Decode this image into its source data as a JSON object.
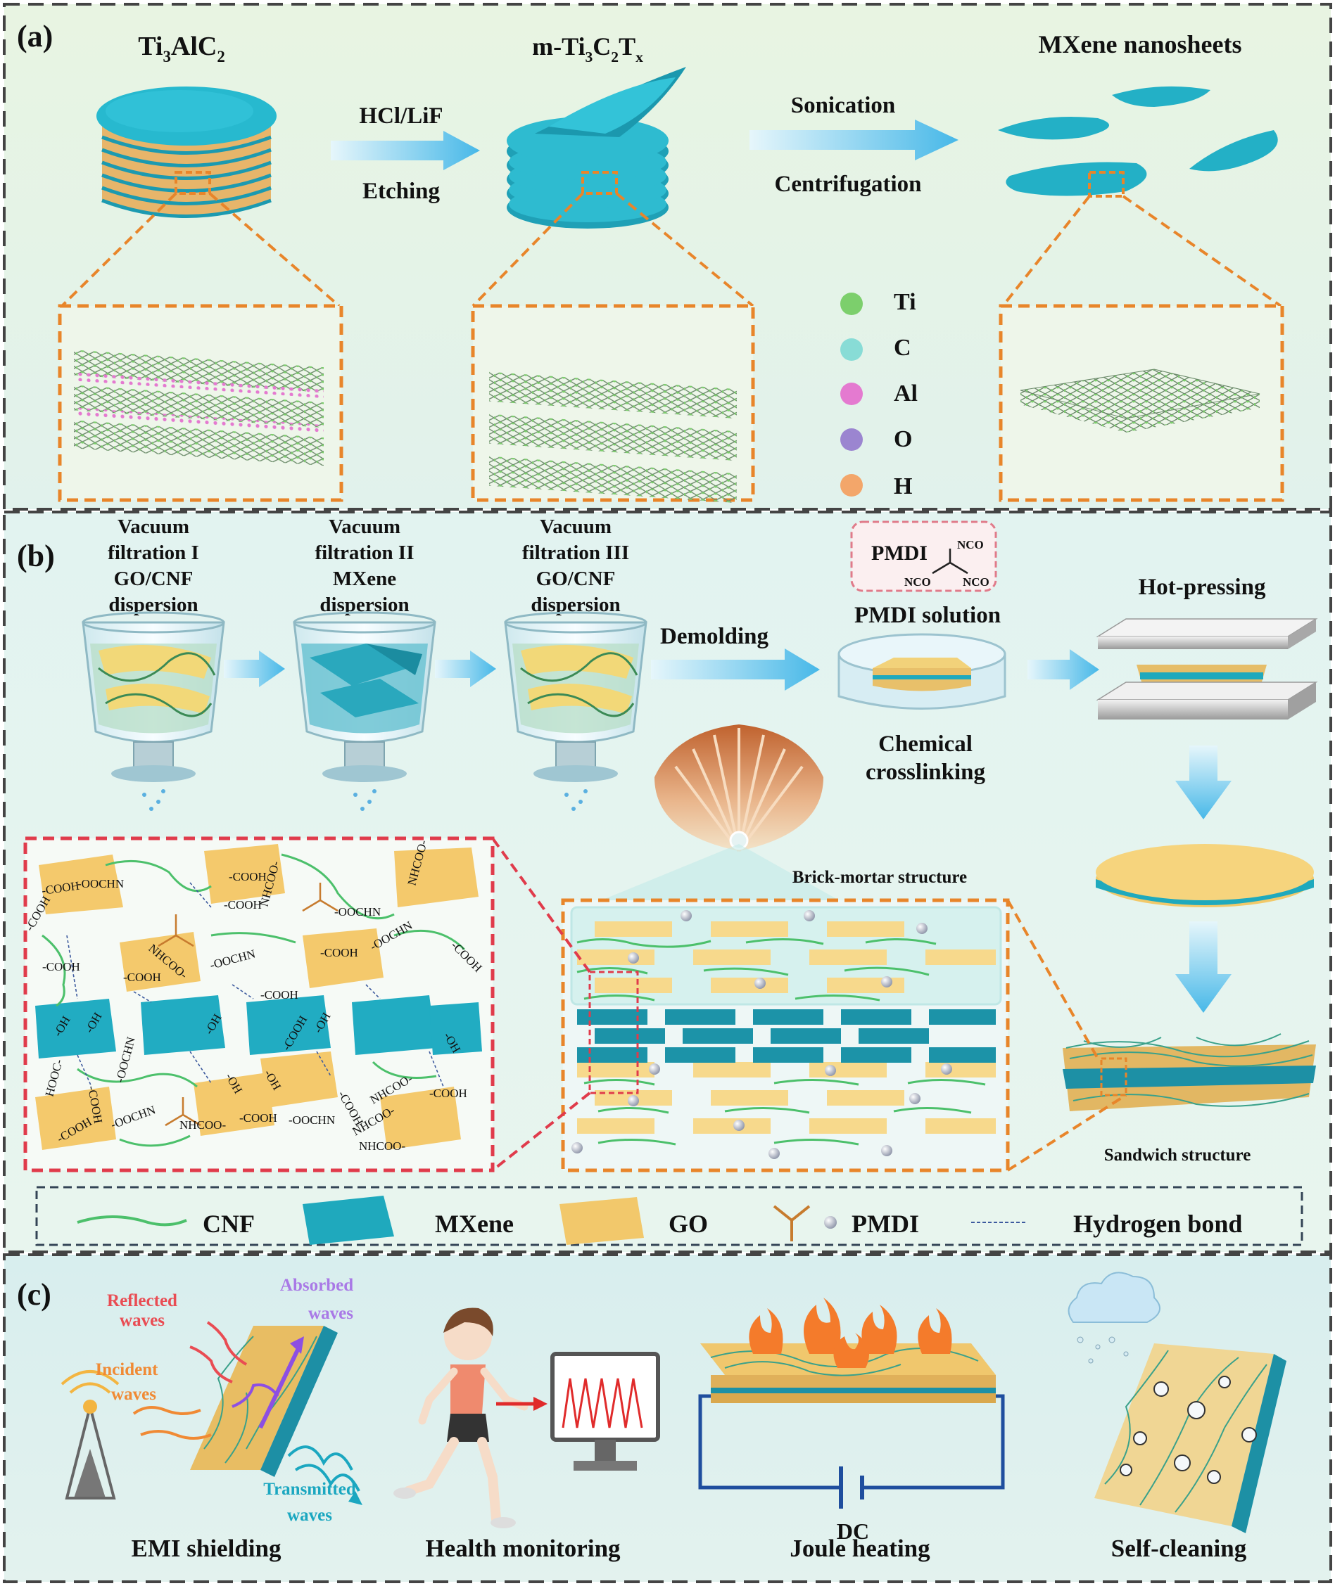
{
  "colors": {
    "panel_a_bg": "#e6f3e4",
    "panel_b_bg": "#e4f3f1",
    "panel_c_bg": "#dcefee",
    "dashed_border": "#555555",
    "mxene": "#1fa9bd",
    "go": "#f2c86b",
    "cnf": "#4cc06b",
    "zoom_orange": "#e8852a",
    "zoom_red": "#e03b4b",
    "arrow": "#6fc6ec",
    "pmdi_ball": "#9aa1b5",
    "ti_ball": "#7ccf6c",
    "c_ball": "#88dcd6",
    "al_ball": "#e47ad0",
    "o_ball": "#9b85d0",
    "h_ball": "#f3a66a"
  },
  "panel_a": {
    "label": "(a)",
    "stage1": {
      "formula_base": "Ti",
      "formula_sub1": "3",
      "formula_mid": "AlC",
      "formula_sub2": "2"
    },
    "arrow1_top": "HCl/LiF",
    "arrow1_bottom": "Etching",
    "stage2": {
      "t1": "m-Ti",
      "s1": "3",
      "t2": "C",
      "s2": "2",
      "t3": "T",
      "s3": "x"
    },
    "arrow2_top": "Sonication",
    "arrow2_bottom": "Centrifugation",
    "stage3": "MXene nanosheets",
    "legend": [
      {
        "symbol": "Ti",
        "color_key": "ti_ball"
      },
      {
        "symbol": "C",
        "color_key": "c_ball"
      },
      {
        "symbol": "Al",
        "color_key": "al_ball"
      },
      {
        "symbol": "O",
        "color_key": "o_ball"
      },
      {
        "symbol": "H",
        "color_key": "h_ball"
      }
    ]
  },
  "panel_b": {
    "label": "(b)",
    "steps": [
      {
        "line1": "Vacuum",
        "line2": "filtration I",
        "line3": "GO/CNF",
        "line4": "dispersion"
      },
      {
        "line1": "Vacuum",
        "line2": "filtration II",
        "line3": "MXene",
        "line4": "dispersion"
      },
      {
        "line1": "Vacuum",
        "line2": "filtration III",
        "line3": "GO/CNF",
        "line4": "dispersion"
      }
    ],
    "demolding": "Demolding",
    "pmdi_box_title": "PMDI",
    "pmdi_nco": "NCO",
    "pmdi_solution": "PMDI solution",
    "chemical_line1": "Chemical",
    "chemical_line2": "crosslinking",
    "hot_pressing": "Hot-pressing",
    "brick_mortar": "Brick-mortar structure",
    "sandwich": "Sandwich structure",
    "chem_labels": {
      "cooh": "-COOH",
      "ooc": "-OOCHN",
      "nhcoo": "NHCOO-",
      "oh": "-OH",
      "hooc": "HOOC-"
    },
    "legend": {
      "cnf": "CNF",
      "mxene": "MXene",
      "go": "GO",
      "pmdi": "PMDI",
      "hbond": "Hydrogen bond"
    }
  },
  "panel_c": {
    "label": "(c)",
    "reflected_1": "Reflected",
    "reflected_2": "waves",
    "absorbed_1": "Absorbed",
    "absorbed_2": "waves",
    "incident_1": "Incident",
    "incident_2": "waves",
    "transmitted_1": "Transmitted",
    "transmitted_2": "waves",
    "dc": "DC",
    "apps": [
      "EMI shielding",
      "Health monitoring",
      "Joule heating",
      "Self-cleaning"
    ]
  }
}
